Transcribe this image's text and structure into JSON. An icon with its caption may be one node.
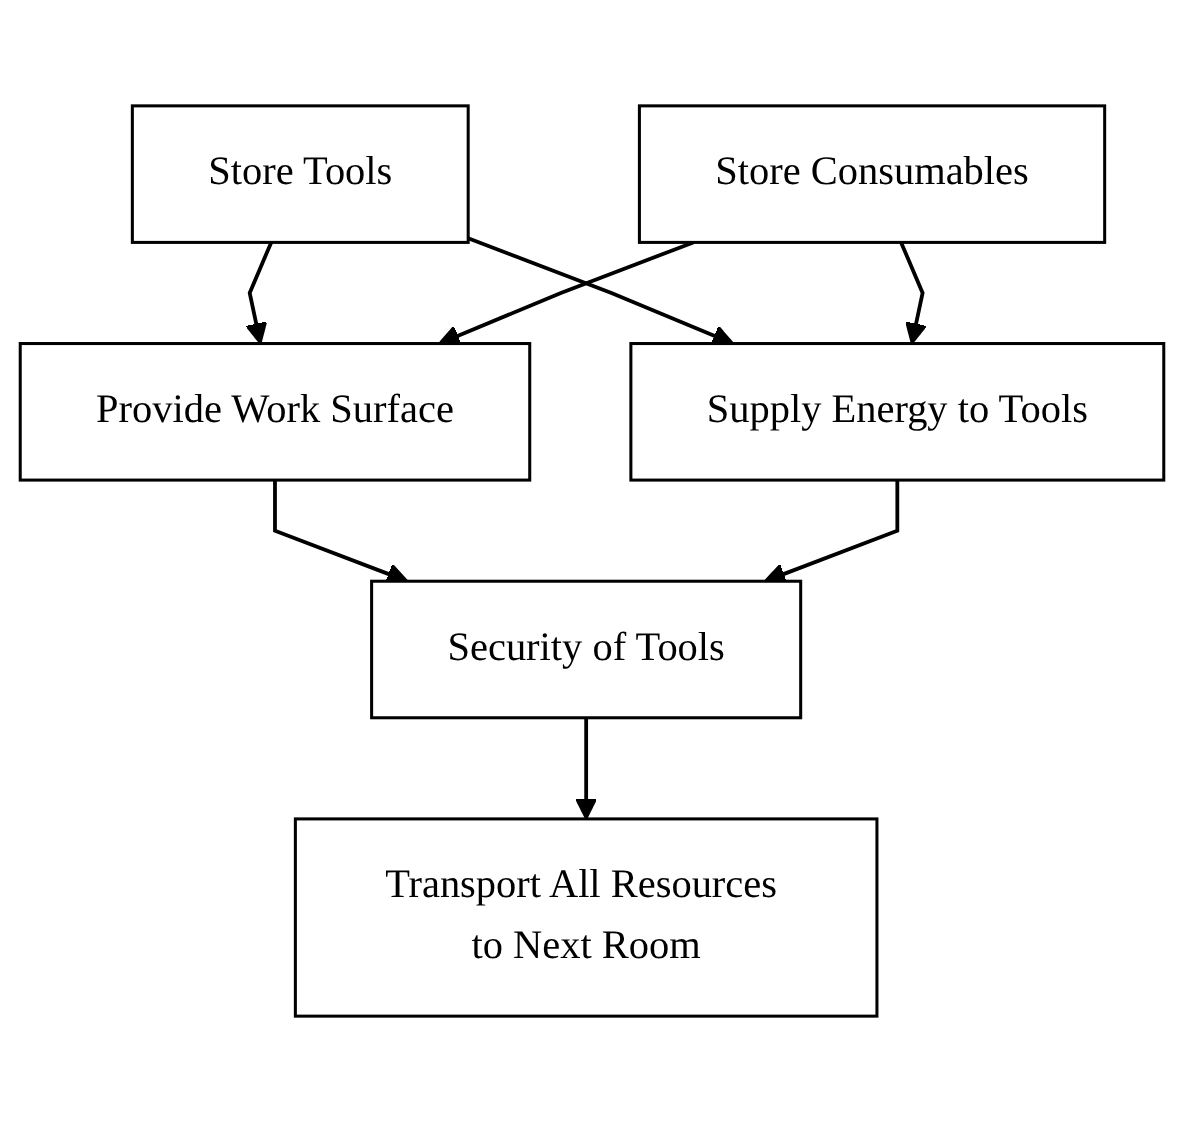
{
  "diagram": {
    "nodes": [
      {
        "text": [
          "Store Tools"
        ]
      },
      {
        "text": [
          "Store Consumables"
        ]
      },
      {
        "text": [
          "Provide Work Surface"
        ]
      },
      {
        "text": [
          "Supply Energy to Tools"
        ]
      },
      {
        "text": [
          "Security of Tools"
        ]
      },
      {
        "text": [
          "Transport All Resources to Next Room"
        ]
      }
    ],
    "edges": [
      {
        "from": 0,
        "to": 2,
        "arrow": "to"
      },
      {
        "from": 0,
        "to": 3,
        "arrow": "to"
      },
      {
        "from": 1,
        "to": 2,
        "arrow": "to"
      },
      {
        "from": 1,
        "to": 3,
        "arrow": "to"
      },
      {
        "from": 2,
        "to": 4,
        "arrow": "to"
      },
      {
        "from": 3,
        "to": 4,
        "arrow": "to"
      },
      {
        "from": 4,
        "to": 5,
        "arrow": "to"
      }
    ]
  }
}
